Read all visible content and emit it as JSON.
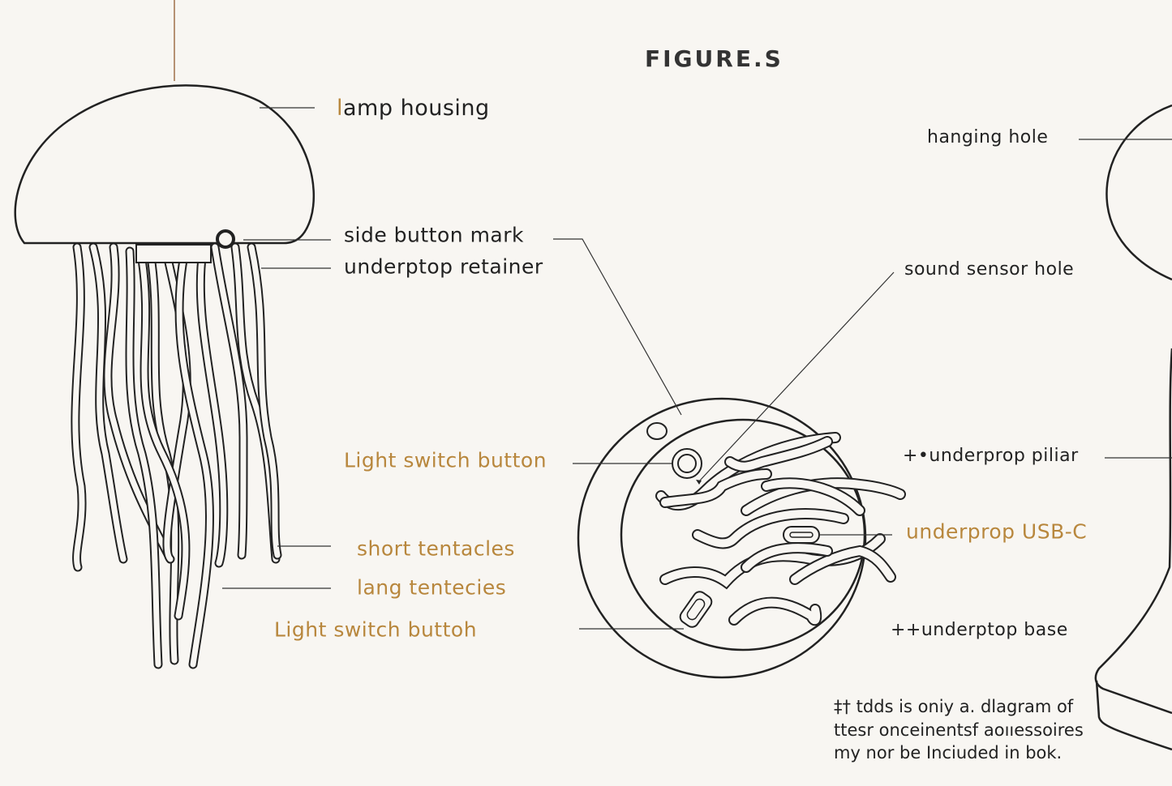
{
  "title": "FIGURE.S",
  "colors": {
    "accent": "#b8873d",
    "line": "#222222",
    "background": "#f8f6f2"
  },
  "labels": {
    "lamp_housing": "lamp housing",
    "hanging_hole": "hanging hole",
    "side_button_mark": "side button mark",
    "underptop_retainer": "underptop retainer",
    "sound_sensor_hole": "sound sensor hole",
    "light_switch_button": "Light switch button",
    "underprop_pillar": "+•underprop piliar",
    "underprop_usbc": "underprop USB-C",
    "short_tentacles": "short tentacles",
    "long_tentacles": "lang tentecies",
    "light_switch_button_2": "Light switch buttoh",
    "underptop_base": "++underptop base"
  },
  "footnote": [
    "‡† tdds is oniy a. dlagram of",
    "ttesr onceinentsf aoııessoires",
    "my nor be Inciuded in bok."
  ]
}
